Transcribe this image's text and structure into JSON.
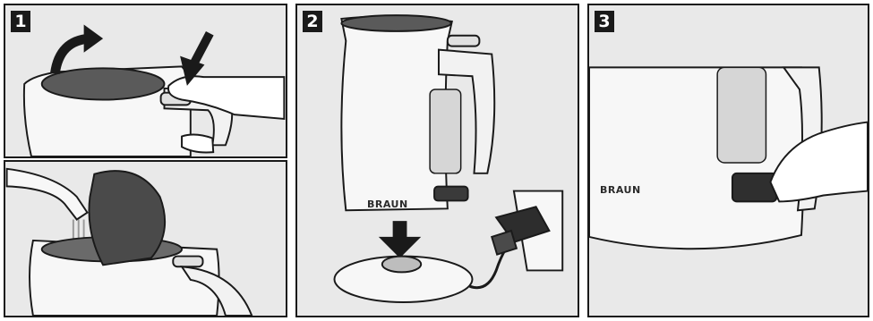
{
  "steps": [
    {
      "number": "1"
    },
    {
      "number": "2"
    },
    {
      "number": "3"
    }
  ],
  "brand_logo": "BRAUN",
  "colors": {
    "outline": "#1a1a1a",
    "panel_bg": "#e9e9e9",
    "kettle_body": "#f7f7f7",
    "kettle_shade": "#d6d6d6",
    "lid_dark": "#4a4a4a"
  },
  "icons": [
    "arrow-curved-open-icon",
    "arrow-press-icon",
    "arrow-down-icon",
    "plug-icon",
    "power-switch-icon"
  ]
}
